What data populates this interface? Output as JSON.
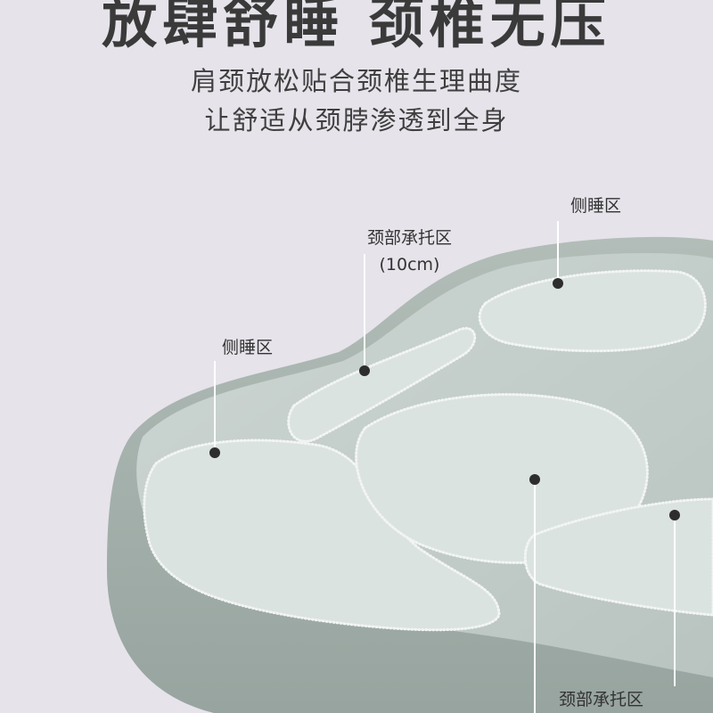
{
  "headline": "放肆舒睡 颈椎无压",
  "subtitle_line1": "肩颈放松贴合颈椎生理曲度",
  "subtitle_line2": "让舒适从颈脖渗透到全身",
  "colors": {
    "background": "#e6e3ea",
    "pillow_body": "#a9b5b0",
    "pillow_top": "#c3cdc9",
    "zone_fill": "#dbe3e0",
    "zone_outline": "#f2f5f4",
    "marker": "#2d2d2d"
  },
  "callouts": {
    "side_sleep_right": "侧睡区",
    "neck_support_top": "颈部承托区",
    "neck_support_top_size": "(10cm)",
    "side_sleep_left": "侧睡区",
    "neck_support_bottom": "颈部承托区"
  }
}
